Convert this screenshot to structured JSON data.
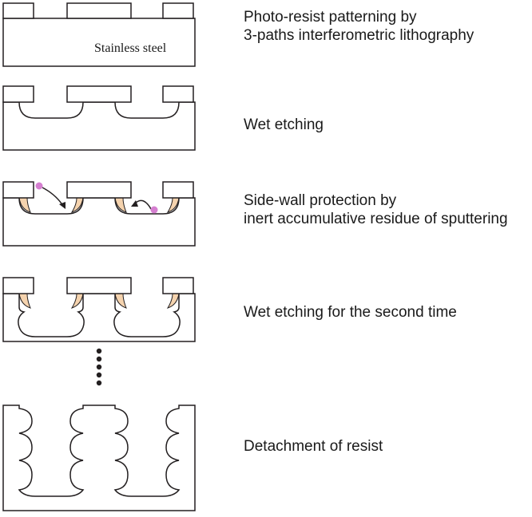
{
  "diagram": {
    "substrate_label": "Stainless steel",
    "steps": [
      {
        "lines": [
          "Photo-resist patterning by",
          "3-paths interferometric lithography"
        ]
      },
      {
        "lines": [
          "Wet etching"
        ]
      },
      {
        "lines": [
          "Side-wall protection by",
          "inert accumulative residue of sputtering"
        ]
      },
      {
        "lines": [
          "Wet etching for the second time"
        ]
      },
      {
        "lines": [
          "Detachment of resist"
        ]
      }
    ],
    "colors": {
      "outline": "#231f20",
      "residue": "#f5d3ae",
      "sputter_particle": "#d57fd0"
    }
  }
}
